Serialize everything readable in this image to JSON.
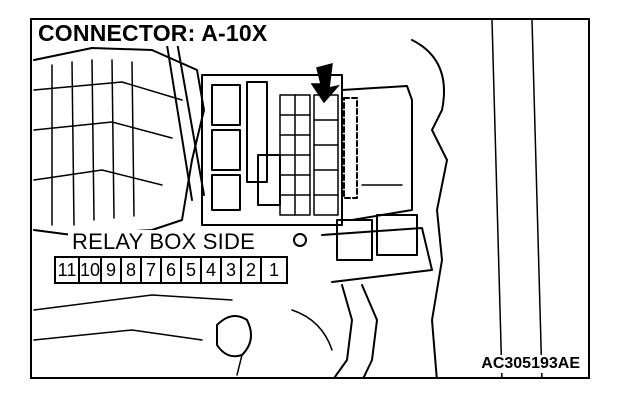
{
  "title": "CONNECTOR: A-10X",
  "side_label": "RELAY BOX SIDE",
  "pins": [
    "11",
    "10",
    "9",
    "8",
    "7",
    "6",
    "5",
    "4",
    "3",
    "2",
    "1"
  ],
  "figure_code": "AC305193AE",
  "colors": {
    "line": "#000000",
    "background": "#ffffff"
  }
}
